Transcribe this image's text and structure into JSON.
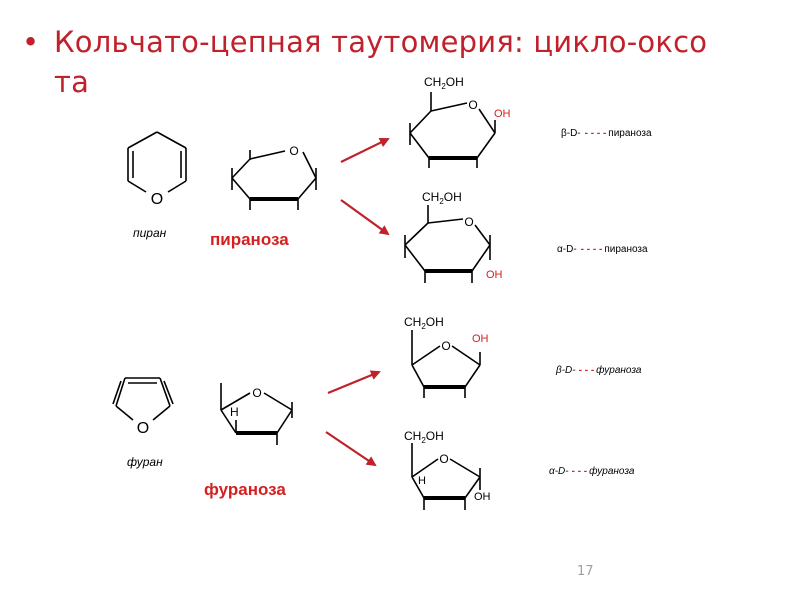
{
  "slide": {
    "title_line1": "Кольчато-цепная таутомерия: цикло-оксо",
    "title_line2": "та",
    "page_number": "17"
  },
  "left": {
    "pyran_label": "пиран",
    "pyranose_label": "пираноза",
    "furan_label": "фуран",
    "furanose_label": "фураноза",
    "ring_oxygen": "O",
    "ring_h": "H"
  },
  "structures": {
    "ch2oh": "CH",
    "ch2oh_sub": "2",
    "ch2oh_tail": "OH",
    "oh": "OH",
    "h": "H",
    "o": "O"
  },
  "names": {
    "beta_pyranose_prefix": "β-D-",
    "beta_pyranose_suffix": "пираноза",
    "alpha_pyranose_prefix": "α-D-",
    "alpha_pyranose_suffix": "пираноза",
    "beta_furanose_prefix": "β-D-",
    "beta_furanose_suffix": "фураноза",
    "alpha_furanose_prefix": "α-D-",
    "alpha_furanose_suffix": "фураноза",
    "blank": "- - - -",
    "blank_short": "- - -"
  },
  "colors": {
    "title": "#c0212b",
    "arrow": "#c0212b",
    "line": "#000000",
    "red_oh": "#d42020"
  }
}
